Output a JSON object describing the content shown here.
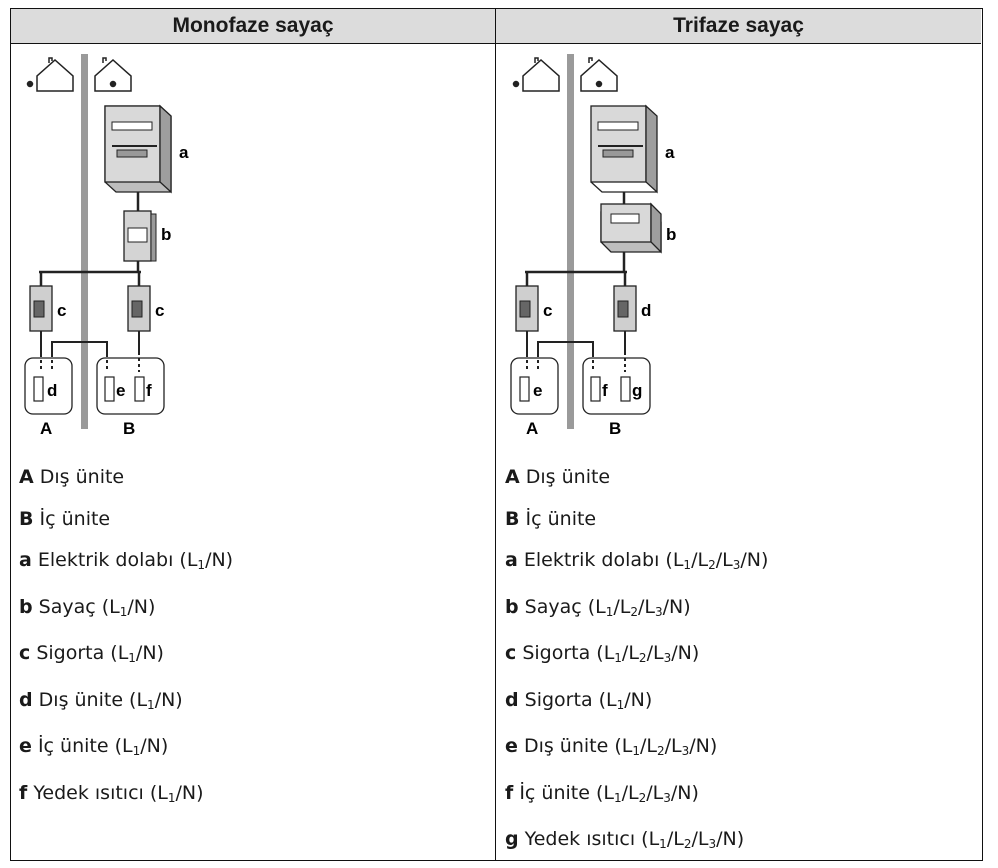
{
  "headers": {
    "left": "Monofaze sayaç",
    "right": "Trifaze sayaç"
  },
  "mono": {
    "diagram_labels": {
      "a": "a",
      "b": "b",
      "c1": "c",
      "c2": "c",
      "d": "d",
      "e": "e",
      "f": "f",
      "A": "A",
      "B": "B"
    },
    "legend": [
      {
        "key": "A",
        "text": "Dış ünite"
      },
      {
        "key": "B",
        "text": "İç ünite"
      },
      {
        "key": "a",
        "text": "Elektrik dolabı (L",
        "sub": [
          "1"
        ],
        "suffix": "/N)"
      },
      {
        "key": "b",
        "text": "Sayaç (L",
        "sub": [
          "1"
        ],
        "suffix": "/N)"
      },
      {
        "key": "c",
        "text": "Sigorta (L",
        "sub": [
          "1"
        ],
        "suffix": "/N)"
      },
      {
        "key": "d",
        "text": "Dış ünite (L",
        "sub": [
          "1"
        ],
        "suffix": "/N)"
      },
      {
        "key": "e",
        "text": "İç ünite (L",
        "sub": [
          "1"
        ],
        "suffix": "/N)"
      },
      {
        "key": "f",
        "text": "Yedek ısıtıcı (L",
        "sub": [
          "1"
        ],
        "suffix": "/N)"
      }
    ]
  },
  "tri": {
    "diagram_labels": {
      "a": "a",
      "b": "b",
      "c": "c",
      "d": "d",
      "e": "e",
      "f": "f",
      "g": "g",
      "A": "A",
      "B": "B"
    },
    "legend": [
      {
        "key": "A",
        "text": "Dış ünite"
      },
      {
        "key": "B",
        "text": "İç ünite"
      },
      {
        "key": "a",
        "text": "Elektrik dolabı (L",
        "sub": [
          "1",
          "2",
          "3"
        ],
        "suffix": "/N)"
      },
      {
        "key": "b",
        "text": "Sayaç (L",
        "sub": [
          "1",
          "2",
          "3"
        ],
        "suffix": "/N)"
      },
      {
        "key": "c",
        "text": "Sigorta (L",
        "sub": [
          "1",
          "2",
          "3"
        ],
        "suffix": "/N)"
      },
      {
        "key": "d",
        "text": "Sigorta (L",
        "sub": [
          "1"
        ],
        "suffix": "/N)"
      },
      {
        "key": "e",
        "text": "Dış ünite (L",
        "sub": [
          "1",
          "2",
          "3"
        ],
        "suffix": "/N)"
      },
      {
        "key": "f",
        "text": "İç ünite (L",
        "sub": [
          "1",
          "2",
          "3"
        ],
        "suffix": "/N)"
      },
      {
        "key": "g",
        "text": "Yedek ısıtıcı (L",
        "sub": [
          "1",
          "2",
          "3"
        ],
        "suffix": "/N)"
      }
    ]
  }
}
